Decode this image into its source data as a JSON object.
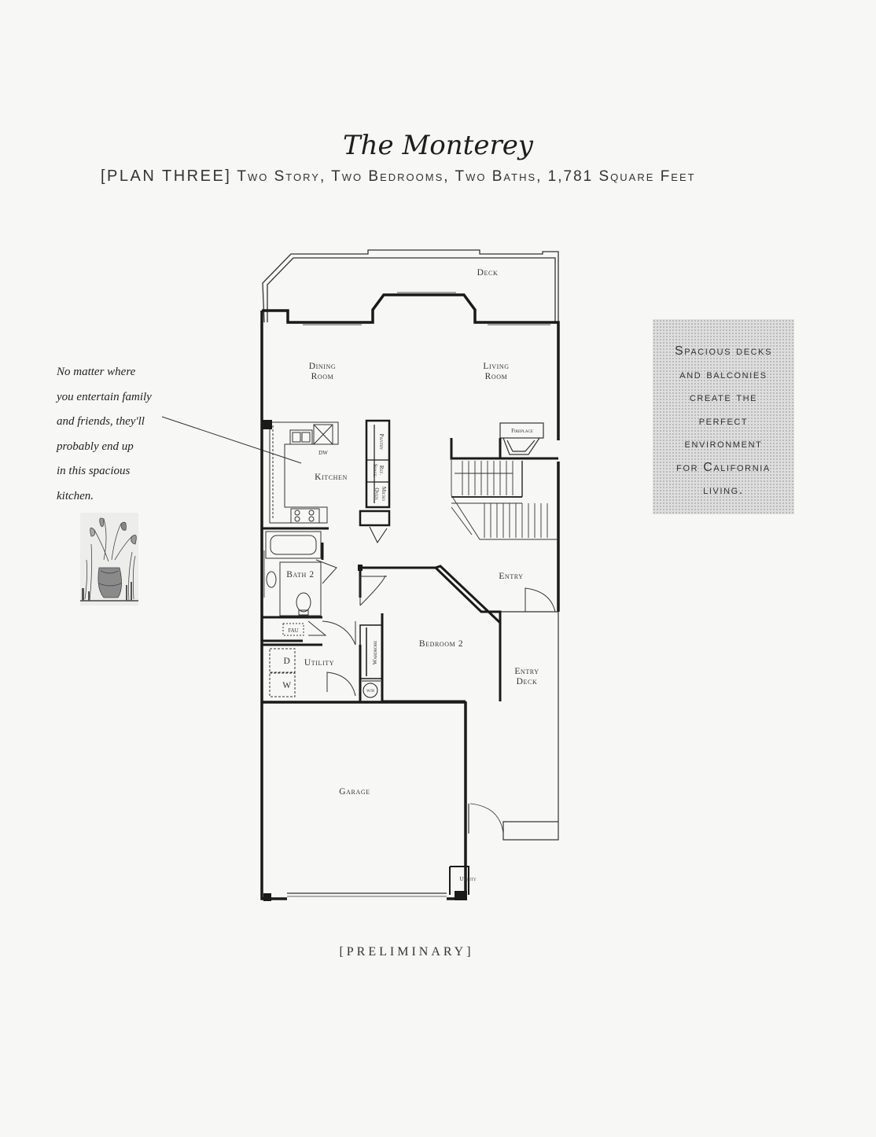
{
  "title": "The Monterey",
  "subtitle": {
    "plan": "[PLAN THREE]",
    "description": "Two Story, Two Bedrooms, Two Baths, 1,781 Square Feet"
  },
  "caption": [
    "No matter where",
    "you entertain family",
    "and friends, they'll",
    "probably end up",
    "in this spacious",
    "kitchen."
  ],
  "callout": [
    "Spacious decks",
    "and balconies",
    "create the",
    "perfect",
    "environment",
    "for California",
    "living."
  ],
  "rooms": {
    "deck": "Deck",
    "dining_line1": "Dining",
    "dining_line2": "Room",
    "living_line1": "Living",
    "living_line2": "Room",
    "fireplace": "Fireplace",
    "kitchen": "Kitchen",
    "dw": "DW",
    "pantry": "Pantry",
    "ref_line1": "Ref.",
    "ref_line2": "Space",
    "micro_line1": "Micro",
    "micro_line2": "Oven",
    "bath2": "Bath 2",
    "entry": "Entry",
    "fau": "FAU",
    "utility": "Utility",
    "d": "D",
    "w": "W",
    "wardrobe": "Wardrobe",
    "bedroom2": "Bedroom 2",
    "water_heater": "W/H",
    "entry_deck_line1": "Entry",
    "entry_deck_line2": "Deck",
    "garage": "Garage",
    "utility_small": "Utility"
  },
  "footer": "[PRELIMINARY]"
}
